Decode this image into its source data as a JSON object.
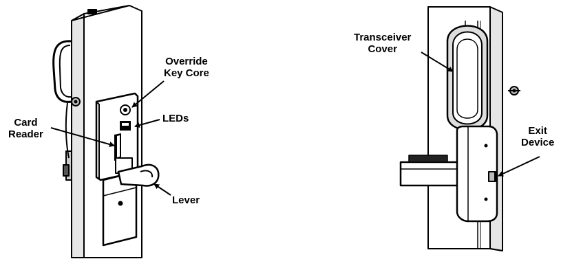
{
  "left_figure": {
    "labels": {
      "override_key_core": [
        "Override",
        "Key Core"
      ],
      "leds": "LEDs",
      "card_reader": [
        "Card",
        "Reader"
      ],
      "lever": "Lever"
    }
  },
  "right_figure": {
    "labels": {
      "transceiver_cover": [
        "Transceiver",
        "Cover"
      ],
      "exit_device": [
        "Exit",
        "Device"
      ]
    }
  }
}
